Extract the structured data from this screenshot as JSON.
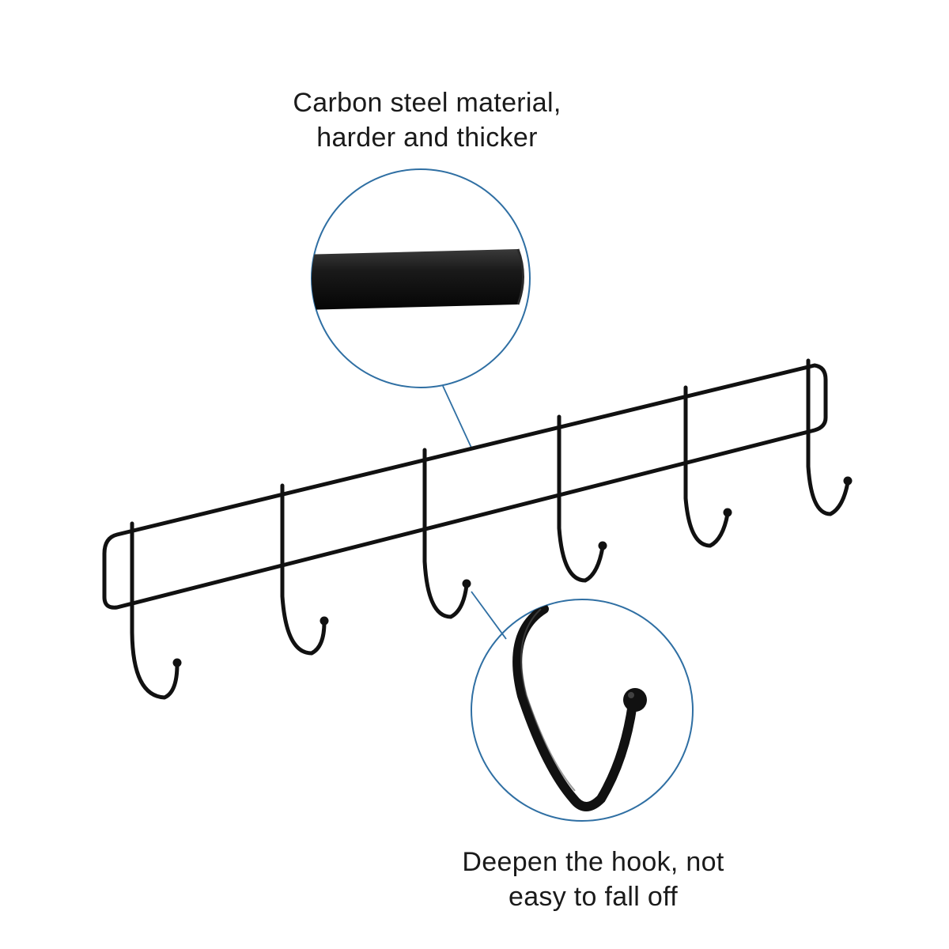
{
  "callouts": {
    "material": {
      "line1": "Carbon steel material,",
      "line2": "harder and thicker"
    },
    "hook": {
      "line1": "Deepen the hook, not",
      "line2": "easy to fall off"
    }
  },
  "product": {
    "hook_count": 6
  },
  "colors": {
    "background": "#ffffff",
    "metal": "#111111",
    "callout_circle": "#2f6fa3",
    "text": "#1a1a1a"
  }
}
